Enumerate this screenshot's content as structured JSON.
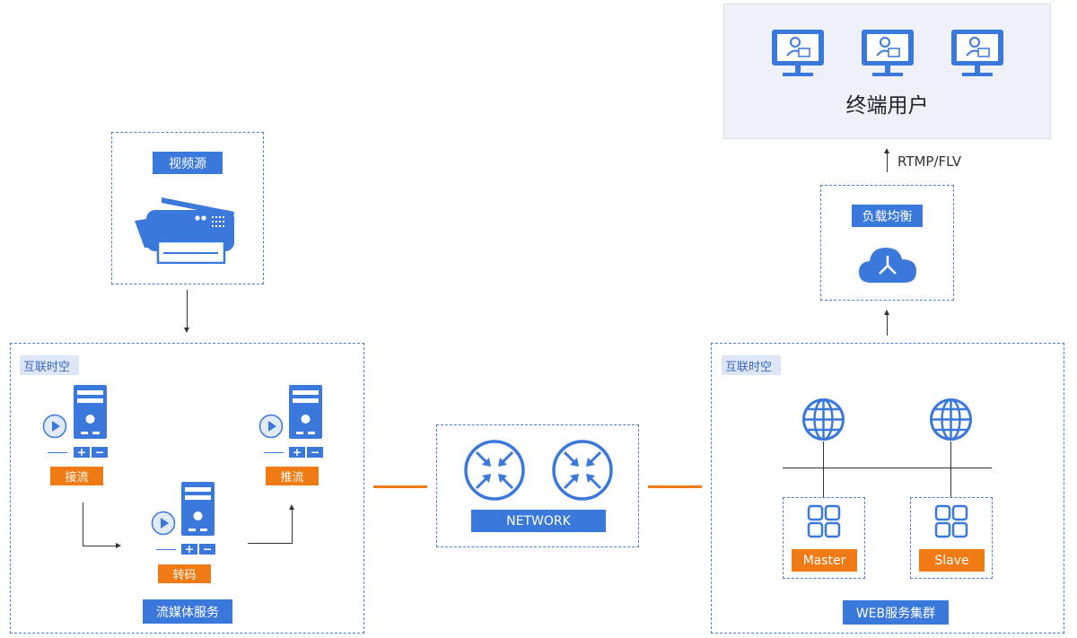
{
  "source": {
    "label": "视频源",
    "icon": "fax-machine-icon"
  },
  "left_cluster": {
    "tag": "互联时空",
    "title": "流媒体服务",
    "nodes": [
      {
        "label": "接流",
        "icon": "server-icon"
      },
      {
        "label": "转码",
        "icon": "server-icon"
      },
      {
        "label": "推流",
        "icon": "server-icon"
      }
    ]
  },
  "network": {
    "label": "NETWORK",
    "icon": "router-icon"
  },
  "right_cluster": {
    "tag": "互联时空",
    "title": "WEB服务集群",
    "nodes": [
      {
        "label": "Master",
        "icon": "grid-icon"
      },
      {
        "label": "Slave",
        "icon": "grid-icon"
      }
    ],
    "globe_icon": "globe-icon"
  },
  "load_balancer": {
    "label": "负载均衡",
    "icon": "cloud-icon"
  },
  "protocol": "RTMP/FLV",
  "end_users": {
    "label": "终端用户",
    "icon": "monitor-user-icon"
  },
  "colors": {
    "primary": "#3a78dc",
    "accent": "#f07a14",
    "panel_bg": "#eef1f8"
  }
}
